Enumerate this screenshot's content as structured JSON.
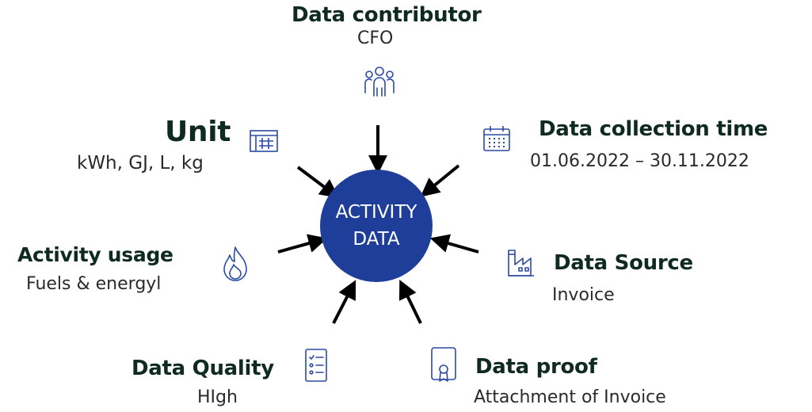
{
  "center": {
    "line1": "ACTIVITY",
    "line2": "DATA"
  },
  "nodes": {
    "contributor": {
      "title": "Data contributor",
      "value": "CFO",
      "icon": "people-group-icon"
    },
    "unit": {
      "title": "Unit",
      "value": "kWh, GJ, L, kg",
      "icon": "table-grid-icon"
    },
    "collection_time": {
      "title": "Data collection time",
      "value": "01.06.2022 – 30.11.2022",
      "icon": "calendar-icon"
    },
    "activity_usage": {
      "title": "Activity usage",
      "value": "Fuels & energyl",
      "icon": "flame-icon"
    },
    "source": {
      "title": "Data Source",
      "value": "Invoice",
      "icon": "factory-icon"
    },
    "quality": {
      "title": "Data Quality",
      "value": "HIgh",
      "icon": "checklist-icon"
    },
    "proof": {
      "title": "Data proof",
      "value": "Attachment of Invoice",
      "icon": "certificate-icon"
    }
  },
  "colors": {
    "circle": "#1f3e9a",
    "icon": "#2b4aa3",
    "title": "#0f2a1e",
    "arrow": "#000000"
  }
}
